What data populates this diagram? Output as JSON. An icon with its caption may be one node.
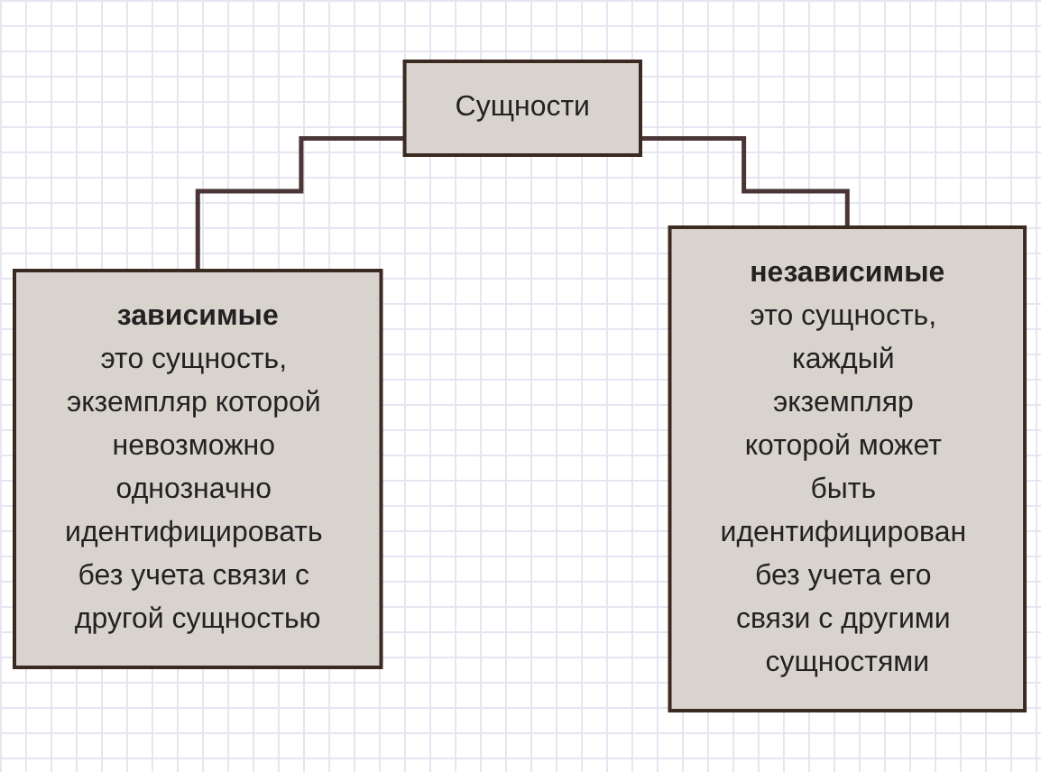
{
  "diagram": {
    "nodes": [
      {
        "text": [
          "Сущности"
        ]
      },
      {
        "text": [
          "зависимые",
          "это сущность, экземпляр которой невозможно однозначно идентифицировать без учета связи с другой сущностью"
        ]
      },
      {
        "text": [
          "независимые",
          "это сущность, каждый экземпляр которой может быть идентифицирован без учета его связи с другими сущностями"
        ]
      }
    ],
    "edges": [
      {
        "from": 0,
        "to": 1,
        "arrow": "none"
      },
      {
        "from": 0,
        "to": 2,
        "arrow": "none"
      }
    ]
  }
}
